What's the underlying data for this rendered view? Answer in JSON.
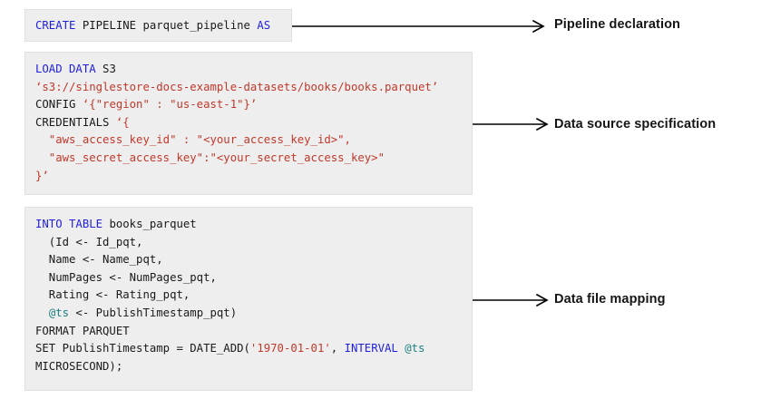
{
  "theme": {
    "page_background": "#ffffff",
    "code_background": "#eeeeee",
    "code_border": "#e0e0e0",
    "keyword_color": "#1f1fe0",
    "string_color": "#c0392b",
    "variable_color": "#1f7f7f",
    "text_color": "#1a1a1a",
    "arrow_color": "#000000",
    "label_color": "#151515"
  },
  "blocks": {
    "declaration": {
      "name": "Pipeline declaration",
      "lines": [
        [
          {
            "t": "CREATE",
            "c": "kw"
          },
          {
            "t": " PIPELINE parquet_pipeline ",
            "c": "pl"
          },
          {
            "t": "AS",
            "c": "kw"
          }
        ]
      ]
    },
    "source": {
      "name": "Data source specification",
      "lines": [
        [
          {
            "t": "LOAD DATA",
            "c": "kw"
          },
          {
            "t": " S3",
            "c": "pl"
          }
        ],
        [
          {
            "t": "‘s3://singlestore-docs-example-datasets/books/books.parquet’",
            "c": "str"
          }
        ],
        [
          {
            "t": "CONFIG ",
            "c": "pl"
          },
          {
            "t": "‘{\"region\" : \"us-east-1\"}’",
            "c": "str"
          }
        ],
        [
          {
            "t": "CREDENTIALS ",
            "c": "pl"
          },
          {
            "t": "‘{",
            "c": "str"
          }
        ],
        [
          {
            "t": "  \"aws_access_key_id\" : \"<your_access_key_id>\",",
            "c": "str"
          }
        ],
        [
          {
            "t": "  \"aws_secret_access_key\":\"<your_secret_access_key>\"",
            "c": "str"
          }
        ],
        [
          {
            "t": "}’",
            "c": "str"
          }
        ]
      ]
    },
    "mapping": {
      "name": "Data file mapping",
      "lines": [
        [
          {
            "t": "INTO TABLE",
            "c": "kw"
          },
          {
            "t": " books_parquet",
            "c": "pl"
          }
        ],
        [
          {
            "t": "  (Id <- Id_pqt,",
            "c": "pl"
          }
        ],
        [
          {
            "t": "  Name <- Name_pqt,",
            "c": "pl"
          }
        ],
        [
          {
            "t": "  NumPages <- NumPages_pqt,",
            "c": "pl"
          }
        ],
        [
          {
            "t": "  Rating <- Rating_pqt,",
            "c": "pl"
          }
        ],
        [
          {
            "t": "  ",
            "c": "pl"
          },
          {
            "t": "@ts",
            "c": "var"
          },
          {
            "t": " <- PublishTimestamp_pqt)",
            "c": "pl"
          }
        ],
        [
          {
            "t": "FORMAT PARQUET",
            "c": "pl"
          }
        ],
        [
          {
            "t": "SET PublishTimestamp = DATE_ADD(",
            "c": "pl"
          },
          {
            "t": "'1970-01-01'",
            "c": "str"
          },
          {
            "t": ", ",
            "c": "pl"
          },
          {
            "t": "INTERVAL",
            "c": "kw"
          },
          {
            "t": " ",
            "c": "pl"
          },
          {
            "t": "@ts",
            "c": "var"
          }
        ],
        [
          {
            "t": "MICROSECOND);",
            "c": "pl"
          }
        ]
      ]
    }
  },
  "annotations": {
    "declaration_label": "Pipeline declaration",
    "source_label": "Data source specification",
    "mapping_label": "Data file mapping"
  }
}
